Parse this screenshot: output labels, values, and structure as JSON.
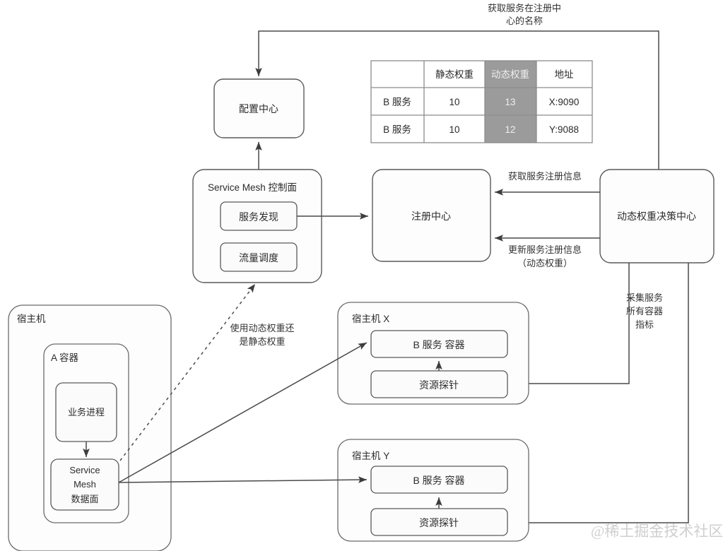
{
  "diagram": {
    "title_annotation_top": "获取服务在注册中\n心的名称",
    "top_annotation_line1": "获取服务在注册中",
    "top_annotation_line2": "心的名称",
    "watermark": "@稀土掘金技术社区"
  },
  "nodes": {
    "config_center": "配置中心",
    "control_plane": "Service Mesh 控制面",
    "service_discovery": "服务发现",
    "traffic_scheduling": "流量调度",
    "registry_center": "注册中心",
    "decision_center": "动态权重决策中心",
    "host_left": "宿主机",
    "container_a": "A 容器",
    "business_process": "业务进程",
    "mesh_data_plane_l1": "Service",
    "mesh_data_plane_l2": "Mesh",
    "mesh_data_plane_l3": "数据面",
    "host_x": "宿主机 X",
    "host_x_service_container": "B 服务 容器",
    "host_x_probe": "资源探针",
    "host_y": "宿主机 Y",
    "host_y_service_container": "B 服务 容器",
    "host_y_probe": "资源探针"
  },
  "annotations": {
    "fetch_registry_info": "获取服务注册信息",
    "update_registry_info_l1": "更新服务注册信息",
    "update_registry_info_l2": "（动态权重）",
    "weight_choice_l1": "使用动态权重还",
    "weight_choice_l2": "是静态权重",
    "collect_metrics_l1": "采集服务",
    "collect_metrics_l2": "所有容器",
    "collect_metrics_l3": "指标"
  },
  "weight_table": {
    "headers": [
      "",
      "静态权重",
      "动态权重",
      "地址"
    ],
    "highlight_column_index": 2,
    "rows": [
      {
        "name": "B 服务",
        "static_weight": "10",
        "dynamic_weight": "13",
        "address": "X:9090"
      },
      {
        "name": "B 服务",
        "static_weight": "10",
        "dynamic_weight": "12",
        "address": "Y:9088"
      }
    ]
  },
  "colors": {
    "stroke": "#5a5a5a",
    "highlight_cell": "#9b9b9b",
    "watermark": "#cfcfcf",
    "canvas": "#ffffff"
  }
}
